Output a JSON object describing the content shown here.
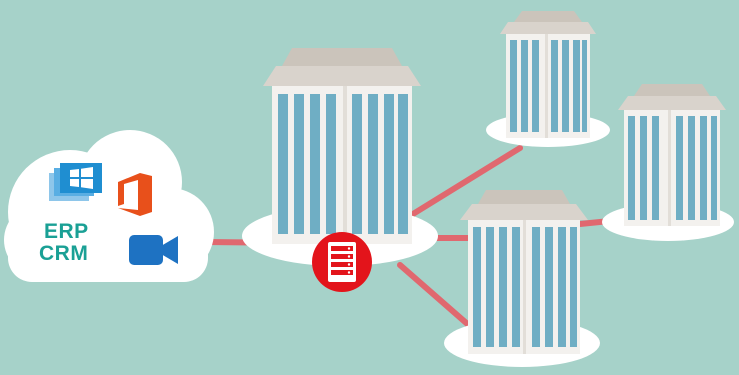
{
  "cloud": {
    "label_line1": "ERP",
    "label_line2": "CRM",
    "icons": [
      "windows-icon",
      "office-icon",
      "video-camera-icon"
    ]
  },
  "hub": {
    "icon": "server-rack-icon"
  },
  "buildings": [
    "main-office-building",
    "branch-building-top",
    "branch-building-right",
    "branch-building-bottom"
  ],
  "colors": {
    "background": "#a6d2c9",
    "link": "#e0686f",
    "hub": "#e3141b",
    "window": "#6faec4",
    "roof": "#d9d3cc",
    "windows_blue": "#1f8ed1",
    "office_orange": "#e8501b",
    "video_blue": "#1e72c2",
    "text_teal": "#1aa095"
  }
}
